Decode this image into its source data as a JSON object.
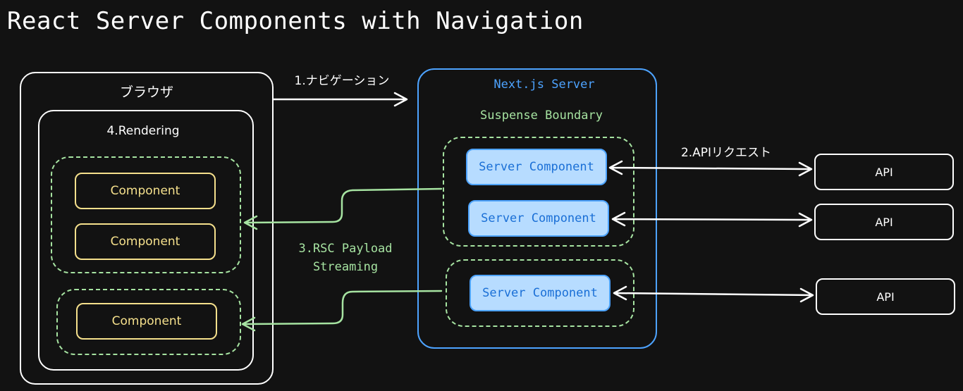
{
  "title": "React Server Components with Navigation",
  "browser": {
    "label": "ブラウザ",
    "rendering_label": "4.Rendering",
    "components": [
      "Component",
      "Component",
      "Component"
    ]
  },
  "server": {
    "label": "Next.js Server",
    "suspense_label": "Suspense Boundary",
    "components": [
      "Server Component",
      "Server Component",
      "Server Component"
    ]
  },
  "apis": [
    "API",
    "API",
    "API"
  ],
  "steps": {
    "navigation": "1.ナビゲーション",
    "api_request": "2.APIリクエスト",
    "payload_line1": "3.RSC Payload",
    "payload_line2": "Streaming"
  },
  "colors": {
    "background": "#121212",
    "white": "#ffffff",
    "green": "#a6e3a1",
    "yellow": "#f5e08c",
    "blue": "#4da3ff"
  }
}
